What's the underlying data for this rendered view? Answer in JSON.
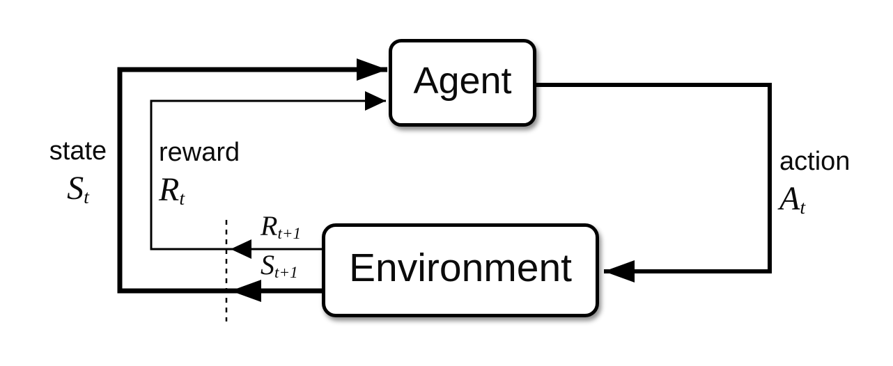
{
  "diagram": {
    "nodes": {
      "agent": {
        "label": "Agent"
      },
      "environment": {
        "label": "Environment"
      }
    },
    "labels": {
      "state": {
        "word": "state",
        "symbol_base": "S",
        "symbol_sub": "t"
      },
      "reward": {
        "word": "reward",
        "symbol_base": "R",
        "symbol_sub": "t"
      },
      "action": {
        "word": "action",
        "symbol_base": "A",
        "symbol_sub": "t"
      },
      "next_reward": {
        "symbol_base": "R",
        "symbol_sub": "t+1"
      },
      "next_state": {
        "symbol_base": "S",
        "symbol_sub": "t+1"
      }
    },
    "colors": {
      "line": "#000000",
      "background": "#ffffff",
      "box_fill": "#ffffff"
    }
  }
}
